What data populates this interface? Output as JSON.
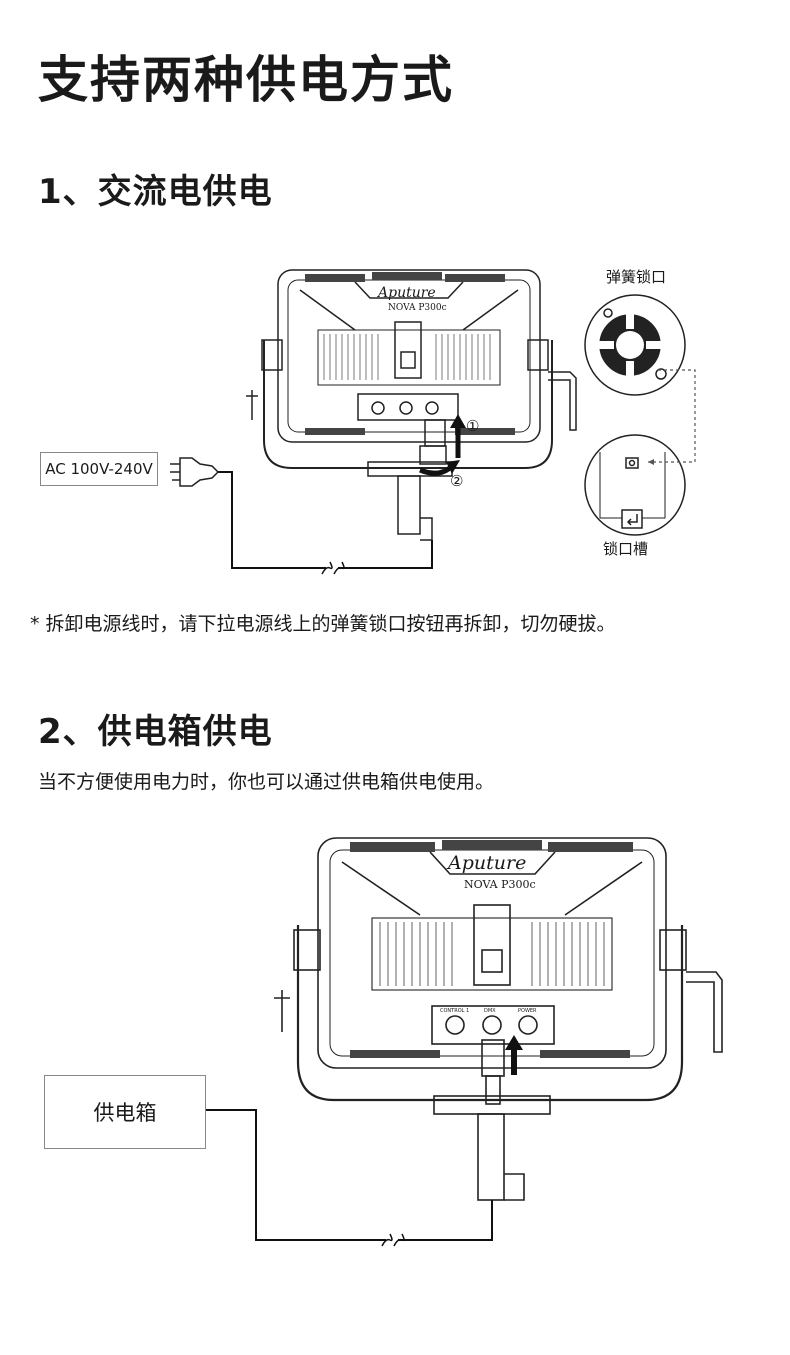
{
  "page": {
    "title": "支持两种供电方式"
  },
  "section_ac": {
    "heading": "1、交流电供电",
    "voltage_label": "AC 100V-240V",
    "spring_lock_label": "弹簧锁口",
    "lock_slot_label": "锁口槽",
    "step_1": "①",
    "step_2": "②",
    "brand": "Aputure",
    "model": "NOVA P300c",
    "note": "* 拆卸电源线时，请下拉电源线上的弹簧锁口按钮再拆卸，切勿硬拔。"
  },
  "section_box": {
    "heading": "2、供电箱供电",
    "description": "当不方便使用电力时，你也可以通过供电箱供电使用。",
    "box_label": "供电箱",
    "brand": "Aputure",
    "model": "NOVA P300c",
    "port_labels": [
      "CONTROL 1",
      "DMX",
      "POWER"
    ]
  }
}
